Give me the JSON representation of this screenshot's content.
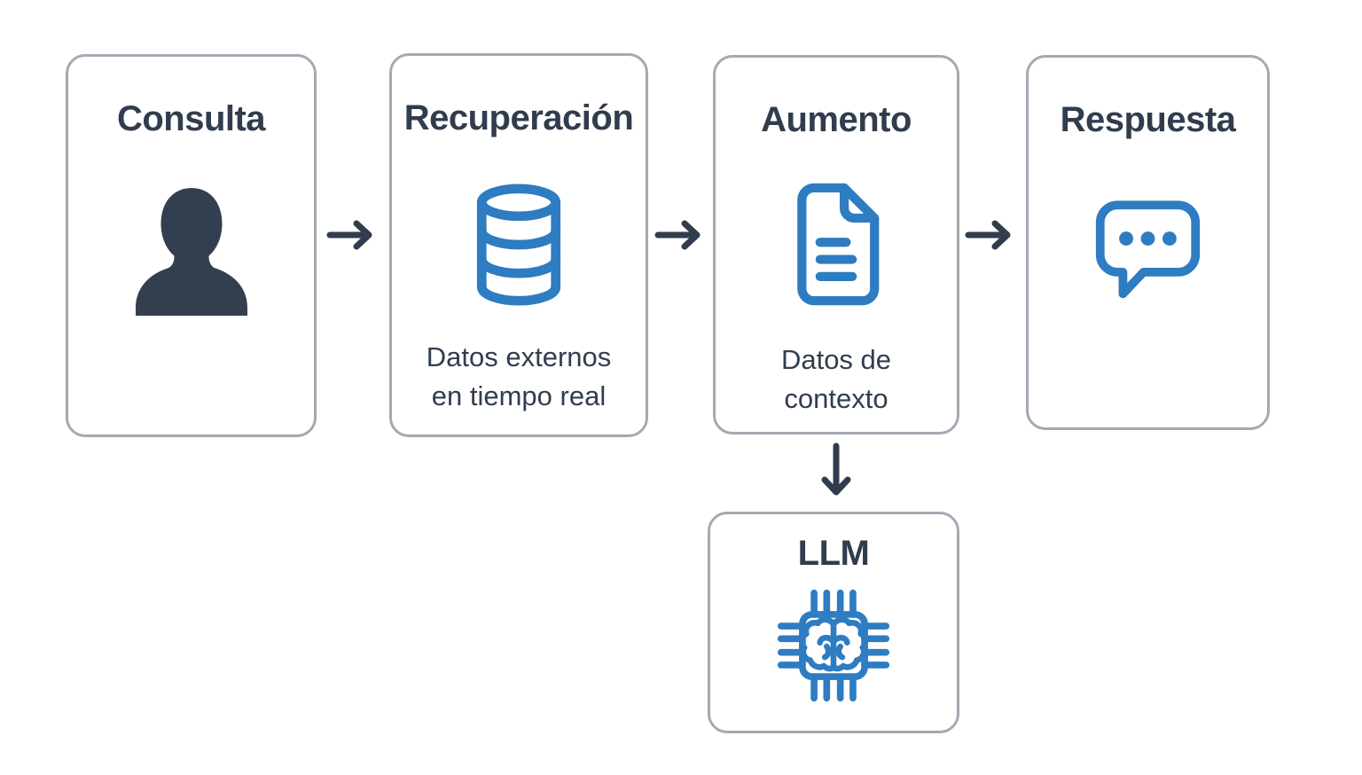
{
  "colors": {
    "accent_blue": "#2E7CC1",
    "navy": "#313D4E",
    "person_fill": "#333F4E",
    "card_border": "#A2AAB3",
    "background": "#FFFFFF"
  },
  "flow": {
    "type": "flowchart",
    "nodes": [
      {
        "id": "consulta",
        "title": "Consulta",
        "icon": "user-icon"
      },
      {
        "id": "recuperacion",
        "title": "Recuperación",
        "icon": "database-icon",
        "subtitle_line1": "Datos externos",
        "subtitle_line2": "en tiempo real"
      },
      {
        "id": "aumento",
        "title": "Aumento",
        "icon": "document-icon",
        "subtitle_line1": "Datos de",
        "subtitle_line2": "contexto"
      },
      {
        "id": "respuesta",
        "title": "Respuesta",
        "icon": "chat-bubble-icon"
      },
      {
        "id": "llm",
        "title": "LLM",
        "icon": "chip-brain-icon"
      }
    ],
    "connections": [
      {
        "from": "consulta",
        "to": "recuperacion",
        "direction": "right"
      },
      {
        "from": "recuperacion",
        "to": "aumento",
        "direction": "right"
      },
      {
        "from": "aumento",
        "to": "respuesta",
        "direction": "right"
      },
      {
        "from": "aumento",
        "to": "llm",
        "direction": "down"
      }
    ]
  }
}
